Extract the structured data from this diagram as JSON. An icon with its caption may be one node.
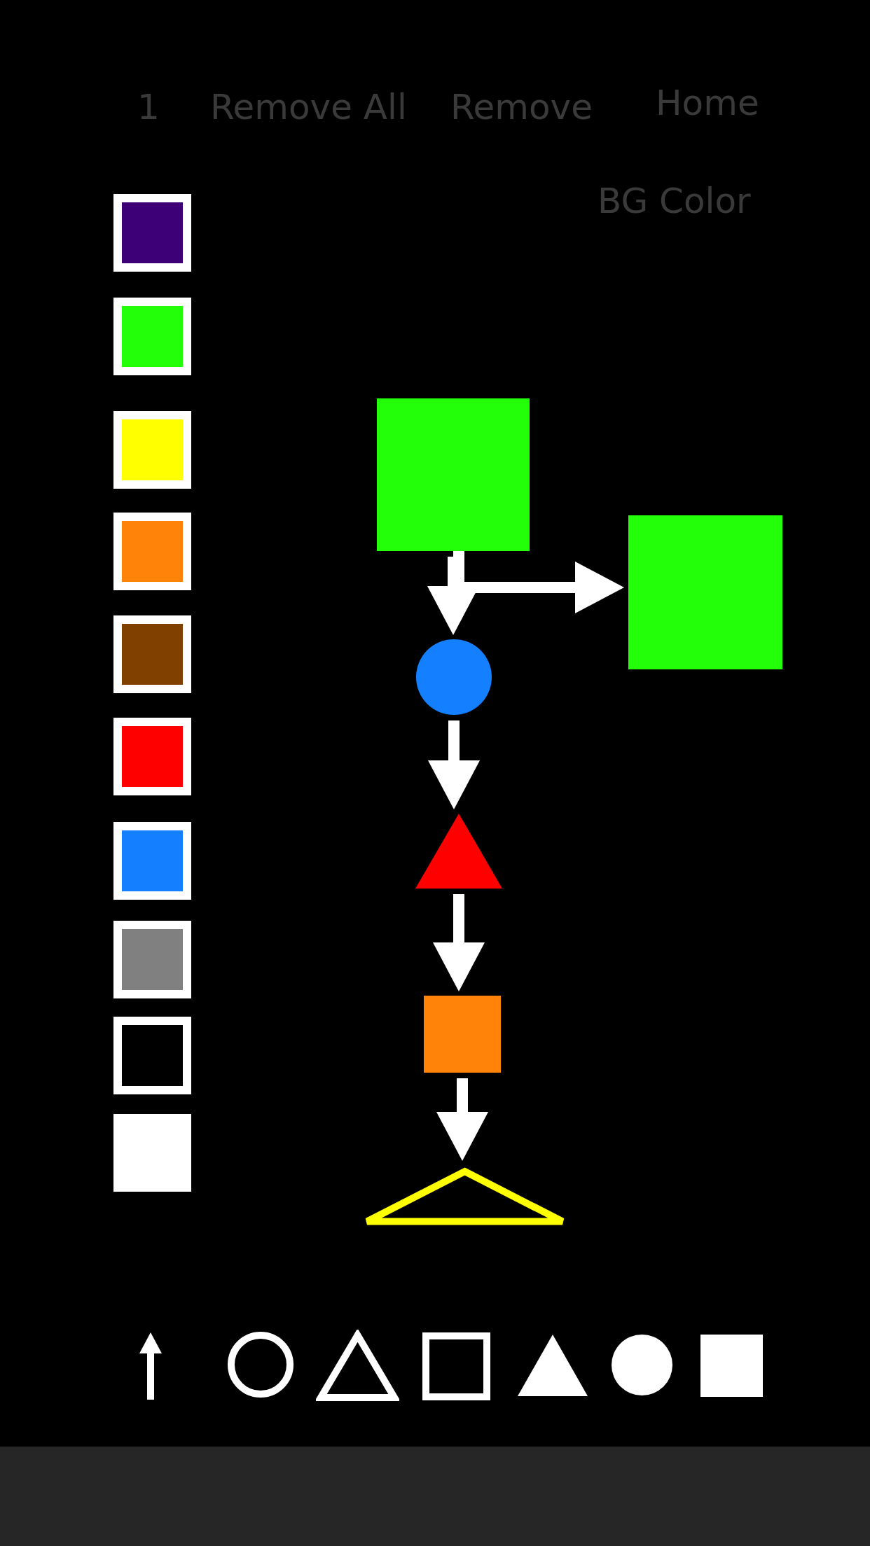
{
  "diagram": {
    "nodes": [
      {
        "text": [],
        "shape": "box"
      },
      {
        "text": [],
        "shape": "box"
      },
      {
        "text": [],
        "shape": "circle"
      },
      {
        "text": [],
        "shape": "triangle"
      },
      {
        "text": [],
        "shape": "box"
      },
      {
        "text": [],
        "shape": "triangle"
      }
    ],
    "edges": [
      {
        "from": 0,
        "to": 1,
        "arrow": "to"
      },
      {
        "from": 0,
        "to": 2,
        "arrow": "to"
      },
      {
        "from": 2,
        "to": 3,
        "arrow": "to"
      },
      {
        "from": 3,
        "to": 4,
        "arrow": "to"
      },
      {
        "from": 4,
        "to": 5,
        "arrow": "to"
      }
    ],
    "labels": [
      "1",
      "Remove All",
      "Remove",
      "Home",
      "BG Color"
    ]
  }
}
